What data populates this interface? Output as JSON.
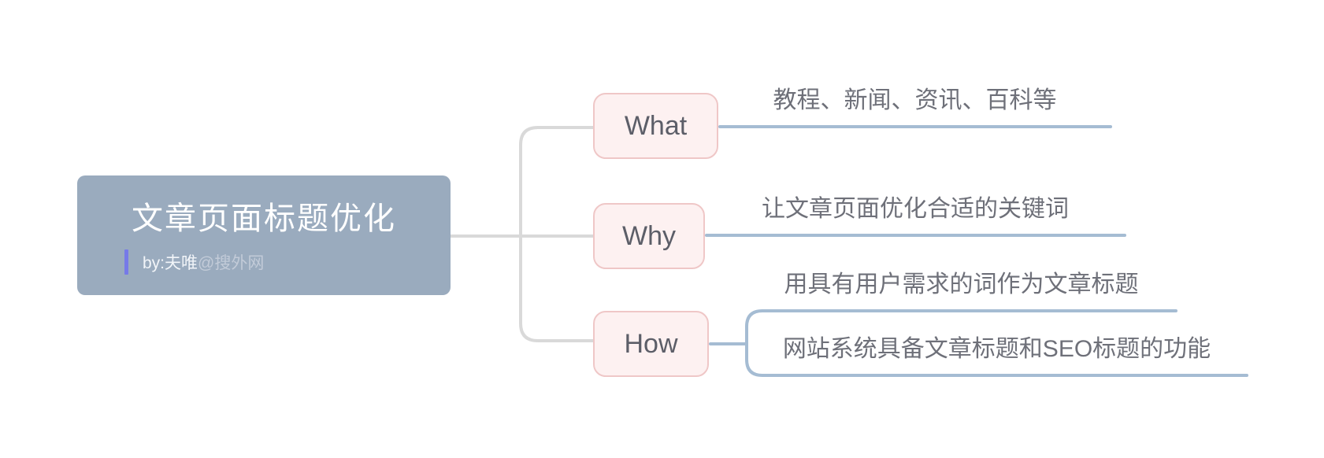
{
  "root": {
    "title": "文章页面标题优化",
    "byline_main": "by:夫唯",
    "byline_secondary": "@搜外网"
  },
  "branches": [
    {
      "label": "What",
      "children": [
        {
          "text": "教程、新闻、资讯、百科等"
        }
      ]
    },
    {
      "label": "Why",
      "children": [
        {
          "text": "让文章页面优化合适的关键词"
        }
      ]
    },
    {
      "label": "How",
      "children": [
        {
          "text": "用具有用户需求的词作为文章标题"
        },
        {
          "text": "网站系统具备文章标题和SEO标题的功能"
        }
      ]
    }
  ],
  "colors": {
    "root_bg": "#9aabbe",
    "root_text": "#ffffff",
    "accent_bar": "#767ae8",
    "branch_bg": "#fdf1f1",
    "branch_border": "#efc7c7",
    "branch_text": "#5c5e68",
    "leaf_text": "#6e7079",
    "line_gray": "#d9d9d9",
    "line_blue": "#a5bcd3",
    "canvas_bg": "#ffffff"
  }
}
